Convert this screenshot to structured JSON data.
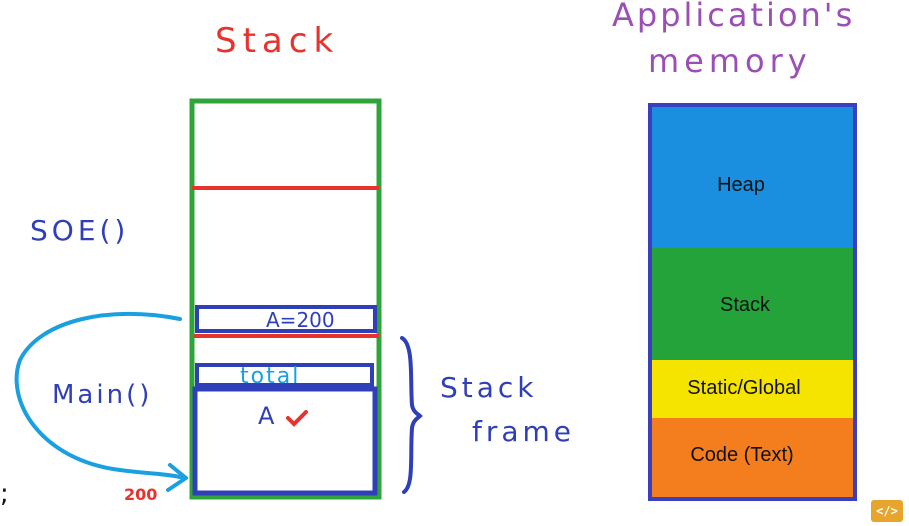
{
  "stack_title": "Stack",
  "app_memory_title": [
    "Application's",
    "memory"
  ],
  "labels": {
    "soe": "SOE()",
    "main": "Main()",
    "stack_frame": [
      "Stack",
      "frame"
    ],
    "a_eq_200": "A=200",
    "total": "total",
    "a_var": "A",
    "arrow_value": "200",
    "semicolon": ";"
  },
  "memory_segments": [
    {
      "label": "Heap",
      "color": "#1a8fe0"
    },
    {
      "label": "Stack",
      "color": "#23a33a"
    },
    {
      "label": "Static/Global",
      "color": "#f5e400"
    },
    {
      "label": "Code (Text)",
      "color": "#f47d1e"
    }
  ],
  "colors": {
    "red": "#e8322d",
    "blue": "#2f3fb8",
    "green": "#2fa43a",
    "purple": "#9b4fb5",
    "cyan": "#1aa0e0",
    "memory_border": "#3a3fbf"
  },
  "logo_icon": "code-brackets-icon"
}
